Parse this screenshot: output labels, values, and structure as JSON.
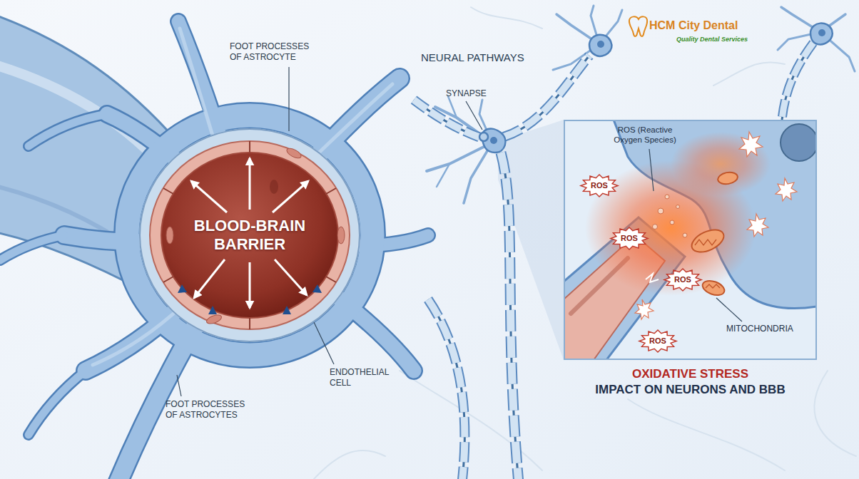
{
  "diagram": {
    "nodes": [
      {
        "text": [
          "BLOOD-BRAIN BARRIER"
        ]
      },
      {
        "text": [
          "ROS (Reactive Oxygen Species)",
          "MITOCHONDRIA",
          "OXIDATIVE STRESS",
          "IMPACT ON NEURONS AND BBB"
        ]
      },
      {
        "text": [
          "ROS"
        ],
        "in": 1
      },
      {
        "text": [
          "ROS"
        ],
        "in": 1
      },
      {
        "text": [
          "ROS"
        ],
        "in": 1
      },
      {
        "text": [
          "ROS"
        ],
        "in": 1
      }
    ],
    "labels": [
      "FOOT PROCESSES OF ASTROCYTE",
      "NEURAL PATHWAYS",
      "SYNAPSE",
      "ENDOTHELIAL CELL",
      "FOOT PROCESSES OF ASTROCYTES",
      "HCM City Dental",
      "Quality Dental Services"
    ]
  }
}
